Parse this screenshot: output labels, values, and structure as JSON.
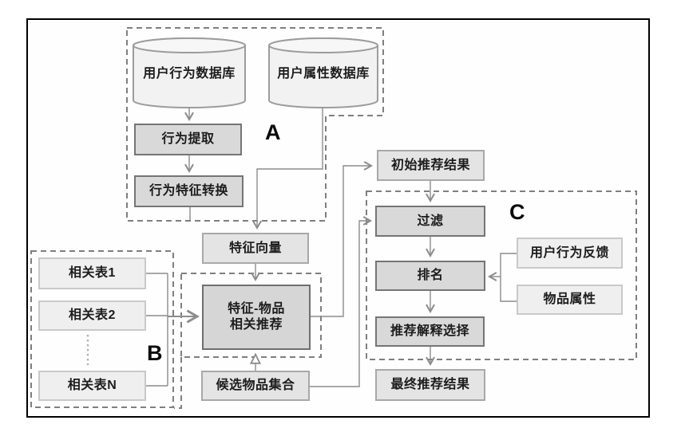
{
  "diagram": {
    "title_hint": "recommendation pipeline flowchart",
    "groups": {
      "a": "A",
      "b": "B",
      "c": "C"
    },
    "nodes": {
      "user_behavior_db": "用户行为数据库",
      "user_attr_db": "用户属性数据库",
      "behavior_extract": "行为提取",
      "behavior_feature_convert": "行为特征转换",
      "feature_vector": "特征向量",
      "related_table_1": "相关表1",
      "related_table_2": "相关表2",
      "related_table_n": "相关表N",
      "feature_item_rec": "特征-物品\n相关推荐",
      "candidate_item_set": "候选物品集合",
      "initial_rec_result": "初始推荐结果",
      "filter": "过滤",
      "ranking": "排名",
      "user_behavior_feedback": "用户行为反馈",
      "item_attributes": "物品属性",
      "rec_explanation_select": "推荐解释选择",
      "final_rec_result": "最终推荐结果"
    },
    "colors": {
      "frame_border": "#000000",
      "dashed_group": "#7f7f7f",
      "connector": "#8c8c8c",
      "process_fill": "#d9d9d9",
      "process_border": "#757575",
      "data_fill": "#e4e4e4",
      "data_border": "#a8a8a8",
      "input_fill": "#efefef",
      "input_border": "#c9c9c9",
      "cylinder_fill": "#f2f2f2",
      "cylinder_border": "#9c9c9c"
    }
  }
}
